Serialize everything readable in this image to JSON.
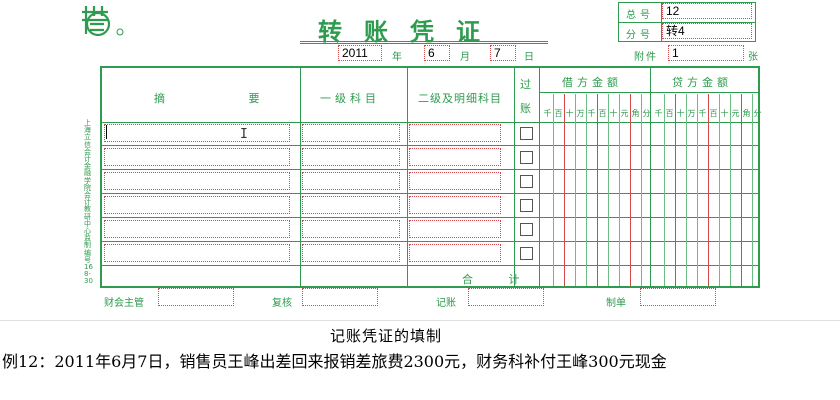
{
  "voucher": {
    "title": "转账凭证",
    "serial_label": "总号",
    "serial_value": "12",
    "branch_label": "分号",
    "branch_value": "转4",
    "date": {
      "year": "2011",
      "year_label": "年",
      "month": "6",
      "month_label": "月",
      "day": "7",
      "day_label": "日"
    },
    "attachment_label": "附件",
    "attachment_value": "1",
    "attachment_unit": "张",
    "columns": {
      "summary": "摘  要",
      "first_account": "一级科目",
      "second_account": "二级及明细科目",
      "posted_top": "过",
      "posted_bottom": "账",
      "debit": "借方金额",
      "credit": "贷方金额"
    },
    "digit_units": [
      "千",
      "百",
      "十",
      "万",
      "千",
      "百",
      "十",
      "元",
      "角",
      "分"
    ],
    "total_label": "合  计",
    "side_text": "上海立信会计金融学院会计教研中心 监制 编号168-30",
    "footer": {
      "supervisor_label": "财会主管",
      "review_label": "复核",
      "bookkeeper_label": "记账",
      "preparer_label": "制单"
    }
  },
  "caption": {
    "title": "记账凭证的填制",
    "body": "例12：2011年6月7日，销售员王峰出差回来报销差旅费2300元，财务科补付王峰300元现金"
  },
  "colors": {
    "form_green": "#2e9b4e",
    "field_border": "#d24a4a"
  }
}
